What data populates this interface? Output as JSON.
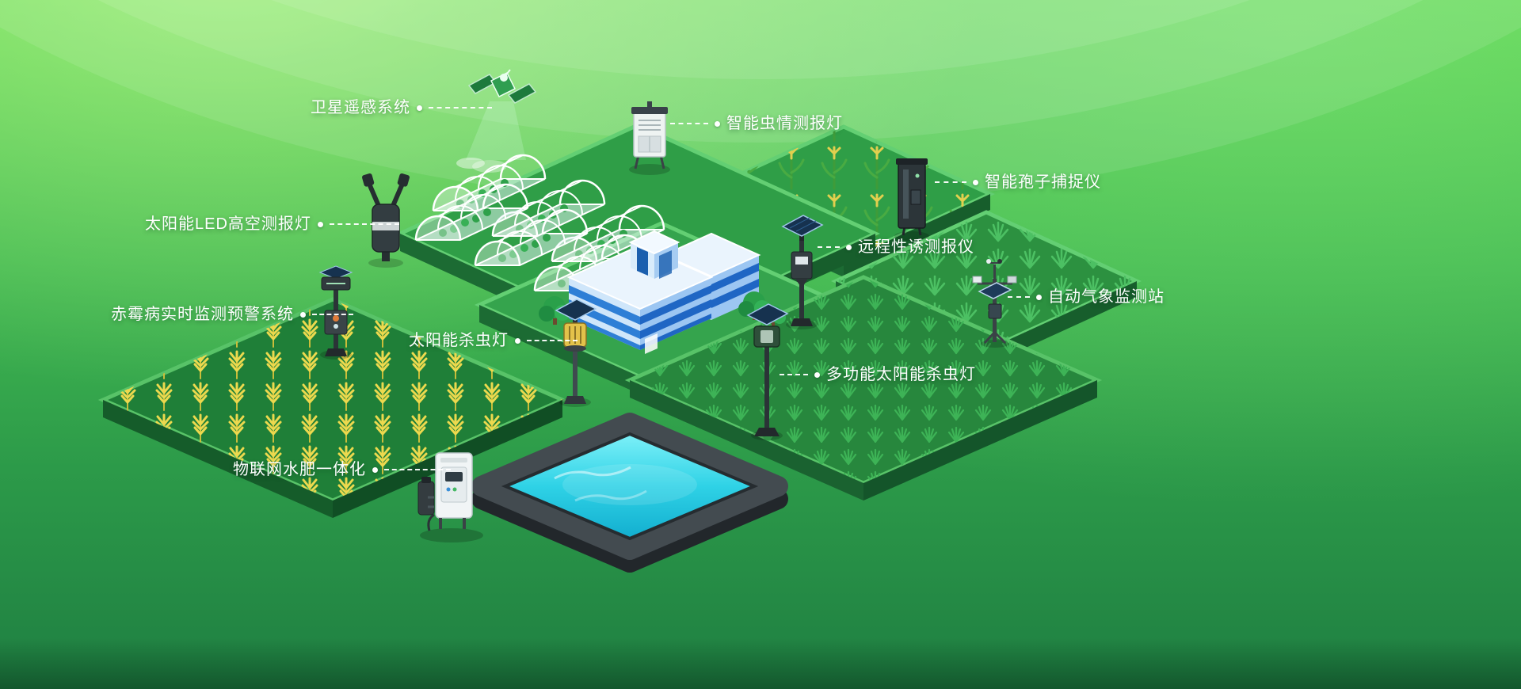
{
  "labels": [
    {
      "text": "卫星遥感系统",
      "device": "satellite-device",
      "leader": "right"
    },
    {
      "text": "智能虫情测报灯",
      "device": "insect-lamp-device",
      "leader": "left"
    },
    {
      "text": "智能孢子捕捉仪",
      "device": "spore-catcher-device",
      "leader": "left"
    },
    {
      "text": "太阳能LED高空测报灯",
      "device": "solar-led-lamp-device",
      "leader": "right"
    },
    {
      "text": "远程性诱测报仪",
      "device": "pheromone-monitor-device",
      "leader": "left"
    },
    {
      "text": "自动气象监测站",
      "device": "weather-station-device",
      "leader": "left"
    },
    {
      "text": "赤霉病实时监测预警系统",
      "device": "scab-monitor-device",
      "leader": "right"
    },
    {
      "text": "太阳能杀虫灯",
      "device": "solar-insecticidal-lamp-device",
      "leader": "right"
    },
    {
      "text": "多功能太阳能杀虫灯",
      "device": "multifunction-lamp-device",
      "leader": "left"
    },
    {
      "text": "物联网水肥一体化",
      "device": "water-fertilizer-device",
      "leader": "right"
    }
  ],
  "colors": {
    "background_light_green": "#7ede5e",
    "background_dark_green": "#1f7f42",
    "field_green": "#2f9e47",
    "field_edge_green": "#1c6b33",
    "wheat_yellow": "#ecd94e",
    "corn_green": "#3f9c3a",
    "water_cyan": "#2fd2e6",
    "pool_rim_gray": "#434b50",
    "building_blue_stripe": "#2e7fd6",
    "building_light": "#cfe6fa",
    "solar_panel_blue": "#16324f",
    "label_text": "#ffffff"
  }
}
